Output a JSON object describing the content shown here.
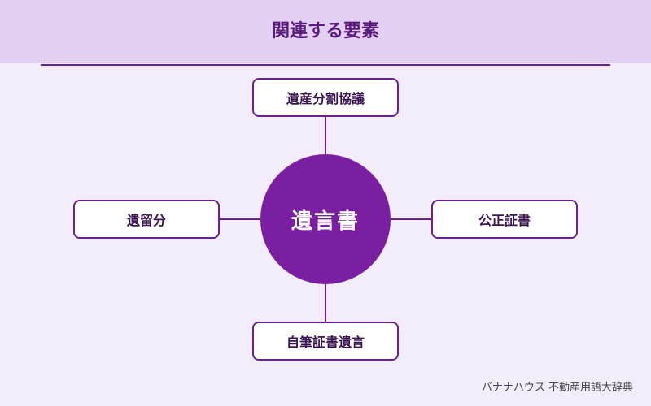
{
  "header": {
    "title": "関連する要素"
  },
  "diagram": {
    "center": "遺言書",
    "top": "遺産分割協議",
    "left": "遺留分",
    "right": "公正証書",
    "bottom": "自筆証書遺言"
  },
  "colors": {
    "accent": "#7b1fa2",
    "header_bg": "#e3cff2",
    "page_bg": "#f3ecfb",
    "border": "#6a2090"
  },
  "footer": {
    "credit": "バナナハウス 不動産用語大辞典"
  }
}
